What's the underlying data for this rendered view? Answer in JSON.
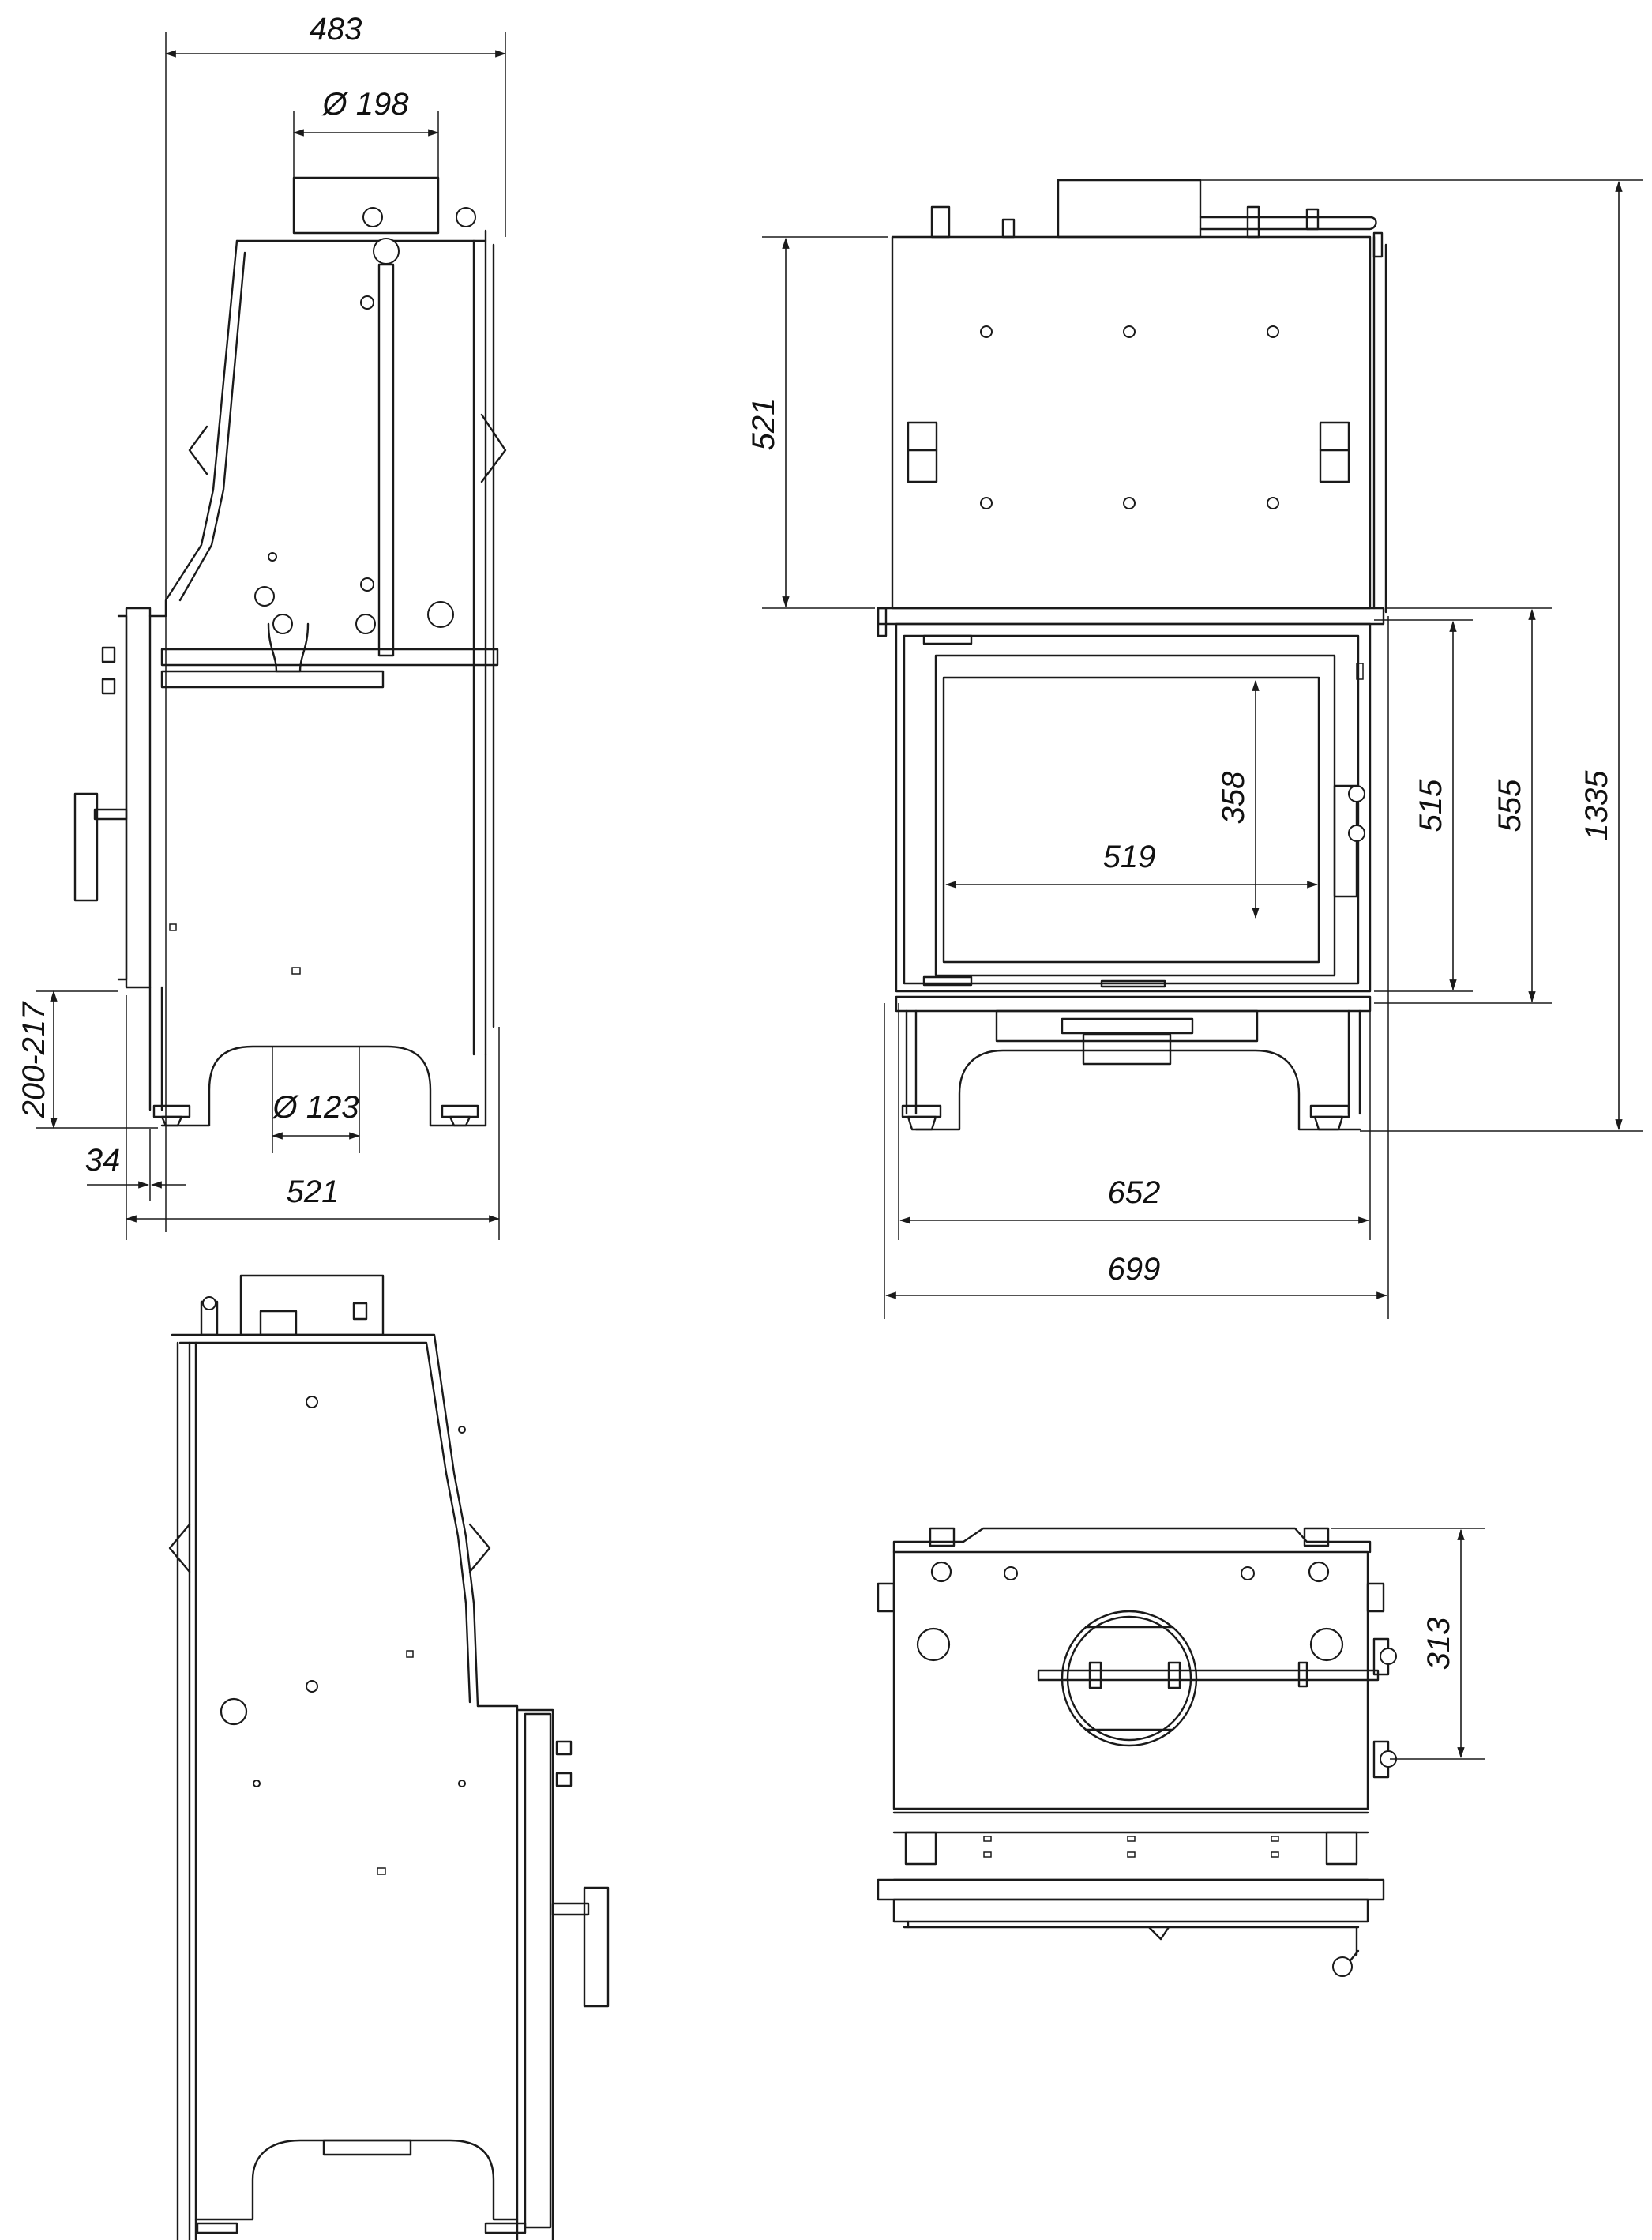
{
  "dimensions": {
    "side_top_width": "483",
    "flue_diameter_top": "Ø 198",
    "leg_height": "200-217",
    "air_inlet_diameter": "Ø 123",
    "leg_offset": "34",
    "side_bottom_width": "521",
    "front_upper_height": "521",
    "glass_height": "358",
    "glass_width": "519",
    "door_height": "515",
    "frame_height": "555",
    "total_height": "1335",
    "front_inner_width": "652",
    "front_total_width": "699",
    "top_view_depth": "313"
  }
}
